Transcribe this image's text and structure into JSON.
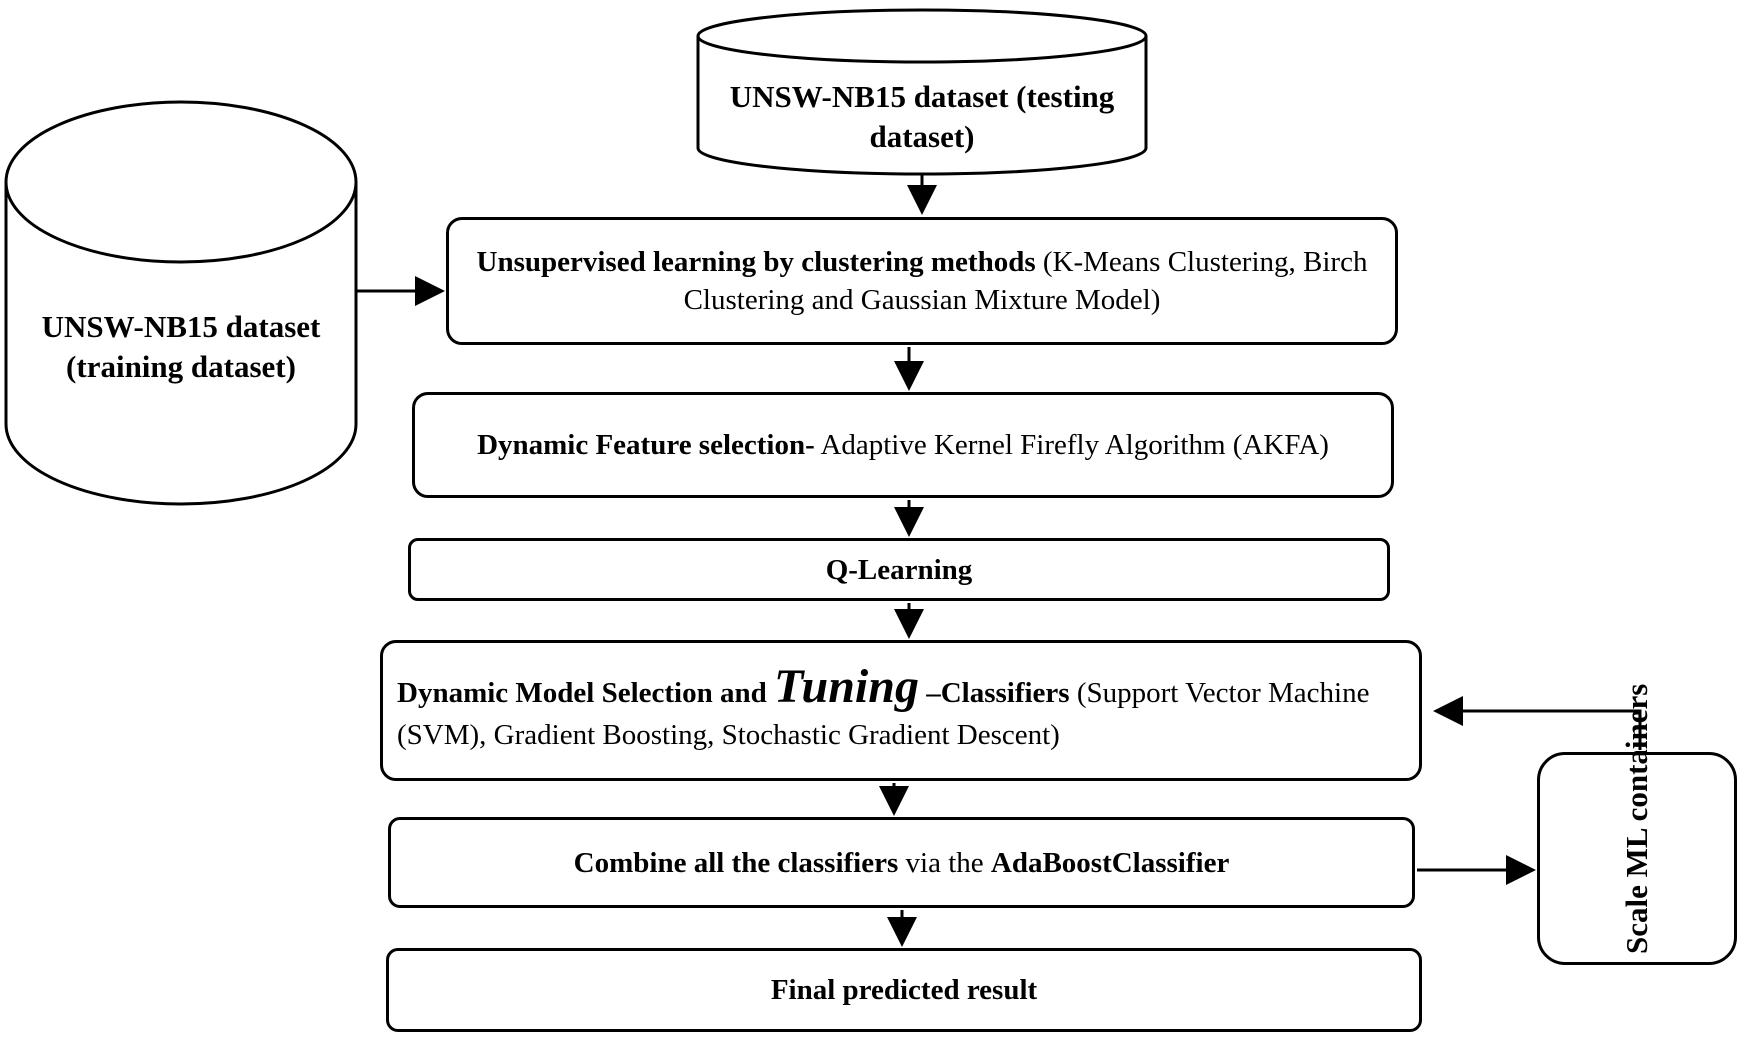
{
  "testing_db": {
    "label": "UNSW-NB15 dataset (testing dataset)"
  },
  "training_db": {
    "label": "UNSW-NB15 dataset (training dataset)"
  },
  "clustering": {
    "bold": "Unsupervised learning by clustering methods",
    "rest": "(K-Means Clustering, Birch Clustering and Gaussian Mixture Model)"
  },
  "feature_selection": {
    "bold": "Dynamic Feature selection-",
    "rest": "Adaptive Kernel Firefly Algorithm (AKFA)"
  },
  "q_learning": {
    "label": "Q-Learning"
  },
  "model_selection": {
    "bold1": "Dynamic Model Selection and",
    "tuning": "Tuning",
    "bold2": "–Classifiers",
    "rest": "(Support Vector Machine (SVM), Gradient Boosting, Stochastic Gradient Descent)"
  },
  "combine": {
    "bold1": "Combine all the classifiers",
    "middle": "via the",
    "bold2": "AdaBoostClassifier"
  },
  "final": {
    "label": "Final predicted result"
  },
  "scale": {
    "label": "Scale ML containers"
  }
}
